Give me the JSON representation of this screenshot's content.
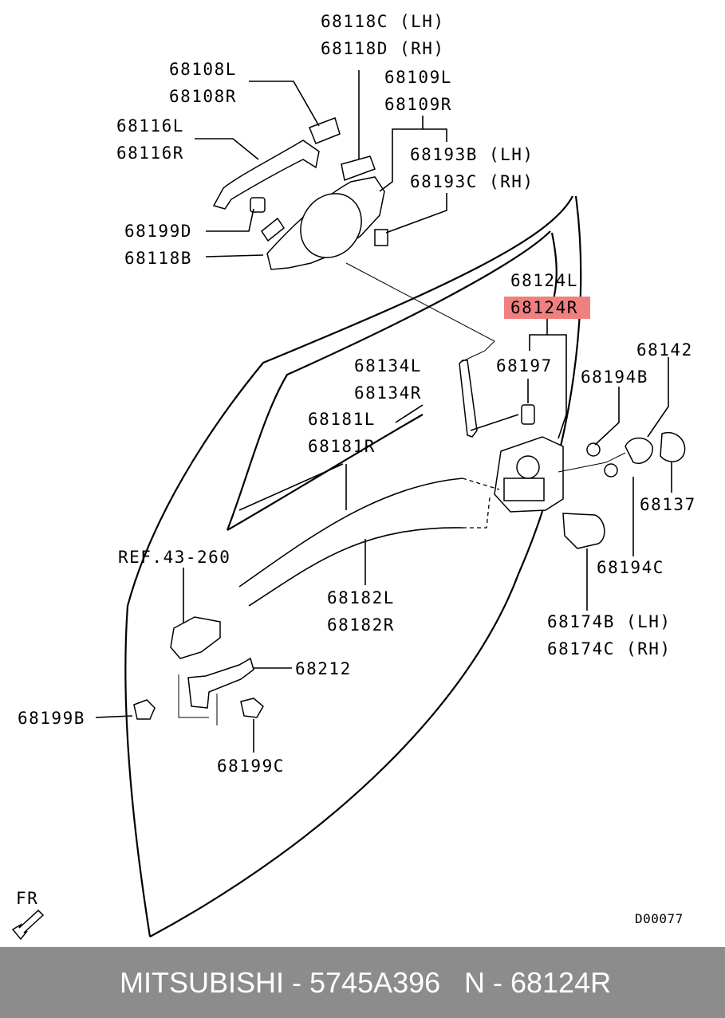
{
  "labels": {
    "l68118C": "68118C (LH)",
    "l68118D": "68118D (RH)",
    "l68108L": "68108L",
    "l68108R": "68108R",
    "l68109L": "68109L",
    "l68109R": "68109R",
    "l68116L": "68116L",
    "l68116R": "68116R",
    "l68193B": "68193B (LH)",
    "l68193C": "68193C (RH)",
    "l68199D": "68199D",
    "l68118B": "68118B",
    "l68124L": "68124L",
    "l68124R": "68124R",
    "l68134L": "68134L",
    "l68134R": "68134R",
    "l68197": "68197",
    "l68194B": "68194B",
    "l68142": "68142",
    "l68181L": "68181L",
    "l68181R": "68181R",
    "l68137": "68137",
    "lREF": "REF.43-260",
    "l68194C": "68194C",
    "l68182L": "68182L",
    "l68182R": "68182R",
    "l68174B": "68174B (LH)",
    "l68174C": "68174C (RH)",
    "l68212": "68212",
    "l68199B": "68199B",
    "l68199C": "68199C",
    "fr": "FR",
    "code": "D00077"
  },
  "footer": {
    "brand_part": "MITSUBISHI - 5745A396",
    "ref": "N - 68124R"
  },
  "colors": {
    "highlight": "#f08080",
    "footer_bg": "#8c8c8c",
    "footer_text": "#ffffff"
  }
}
